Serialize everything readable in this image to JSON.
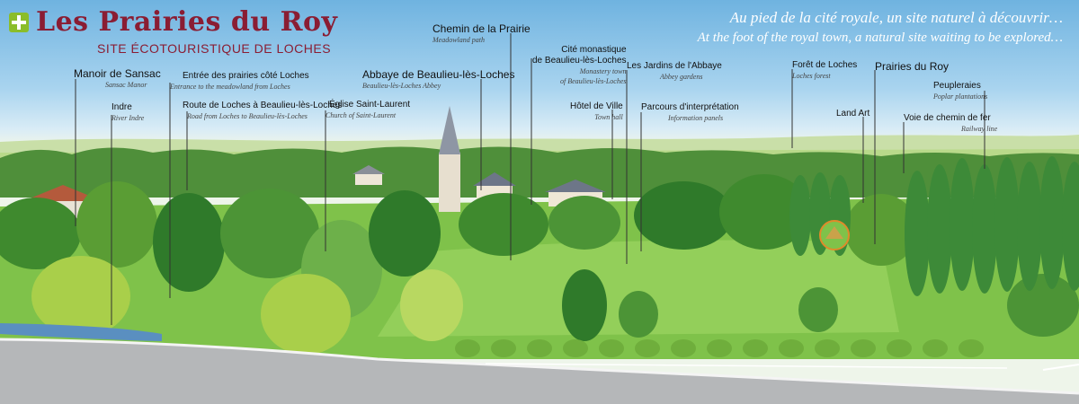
{
  "title": "Les Prairies du Roy",
  "subtitle": "SITE ÉCOTOURISTIQUE DE LOCHES",
  "tagline_fr": "Au pied de la cité royale, un site naturel à découvrir…",
  "tagline_en": "At the foot of the royal town, a natural site waiting to be explored…",
  "labels": {
    "manoir": {
      "name": "Manoir de Sansac",
      "sub": "Sansac Manor"
    },
    "indre": {
      "name": "Indre",
      "sub": "River Indre"
    },
    "entree": {
      "name": "Entrée des prairies côté Loches",
      "sub": "Entrance to the meadowland from Loches"
    },
    "route": {
      "name": "Route de Loches à Beaulieu-lès-Loches",
      "sub": "Road from Loches to Beaulieu-lès-Loches"
    },
    "eglise": {
      "name": "Église Saint-Laurent",
      "sub": "Church of Saint-Laurent"
    },
    "abbaye": {
      "name": "Abbaye de Beaulieu-lès-Loches",
      "sub": "Beaulieu-lès-Loches Abbey"
    },
    "chemin": {
      "name": "Chemin de la Prairie",
      "sub": "Meadowland path"
    },
    "cite": {
      "name": "Cité monastique de Beaulieu-lès-Loches",
      "name1": "Cité monastique",
      "name2": "de Beaulieu-lès-Loches",
      "sub1": "Monastery town",
      "sub2": "of Beaulieu-lès-Loches"
    },
    "jardins": {
      "name": "Les Jardins de l'Abbaye",
      "sub": "Abbey gardens"
    },
    "hotel": {
      "name": "Hôtel de Ville",
      "sub": "Town hall"
    },
    "parcours": {
      "name": "Parcours d'interprétation",
      "sub": "Information panels"
    },
    "foret": {
      "name": "Forêt de Loches",
      "sub": "Loches forest"
    },
    "prairies": {
      "name": "Prairies du Roy"
    },
    "landart": {
      "name": "Land Art"
    },
    "peupleraies": {
      "name": "Peupleraies",
      "sub": "Poplar plantations"
    },
    "voie": {
      "name": "Voie de chemin de fer",
      "sub": "Railway line"
    }
  },
  "colors": {
    "brand": "#8a1d33",
    "logo_green": "#8bbd2a",
    "sky": "#6fb3e0",
    "meadow": "#7fc24a",
    "road": "#b5b7b9"
  }
}
